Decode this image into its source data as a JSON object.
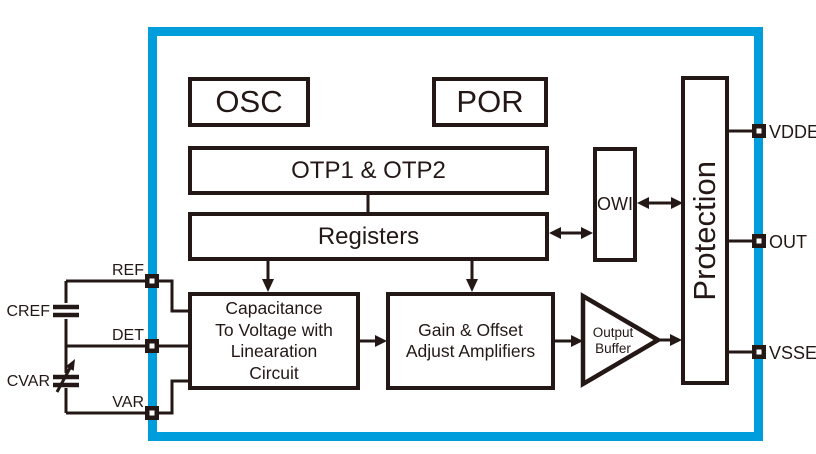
{
  "diagram_title": "capacitive-sensor-ic-block-diagram",
  "colors": {
    "frame_blue": "#009ddc",
    "line_black": "#231815",
    "background": "#ffffff"
  },
  "blocks": {
    "osc": {
      "label": "OSC"
    },
    "por": {
      "label": "POR"
    },
    "otp": {
      "label": "OTP1 & OTP2"
    },
    "registers": {
      "label": "Registers"
    },
    "c2v": {
      "lines": [
        "Capacitance",
        "To Voltage with",
        "Linearation",
        "Circuit"
      ]
    },
    "gain": {
      "lines": [
        "Gain & Offset",
        "Adjust Amplifiers"
      ]
    },
    "output_buffer": {
      "lines": [
        "Output",
        "Buffer"
      ]
    },
    "owi": {
      "label": "OWI"
    },
    "protection": {
      "label": "Protection"
    }
  },
  "pins": {
    "right": [
      {
        "name": "VDDE"
      },
      {
        "name": "OUT"
      },
      {
        "name": "VSSE"
      }
    ],
    "left": [
      {
        "name": "REF"
      },
      {
        "name": "DET"
      },
      {
        "name": "VAR"
      }
    ]
  },
  "external_components": [
    {
      "name": "CREF",
      "symbol": "fixed-capacitor"
    },
    {
      "name": "CVAR",
      "symbol": "variable-capacitor"
    }
  ]
}
